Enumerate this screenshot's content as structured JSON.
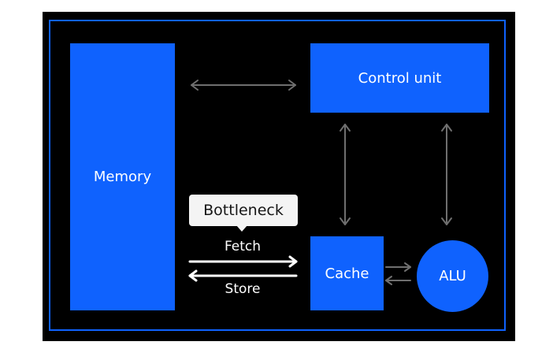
{
  "diagram": {
    "blocks": {
      "memory": "Memory",
      "control_unit": "Control unit",
      "cache": "Cache",
      "alu": "ALU"
    },
    "callout": "Bottleneck",
    "fetch_label": "Fetch",
    "store_label": "Store"
  },
  "colors": {
    "background": "#000000",
    "accent": "#0f62fe",
    "arrow_gray": "#6f6f6f",
    "callout_bg": "#f4f4f4"
  }
}
